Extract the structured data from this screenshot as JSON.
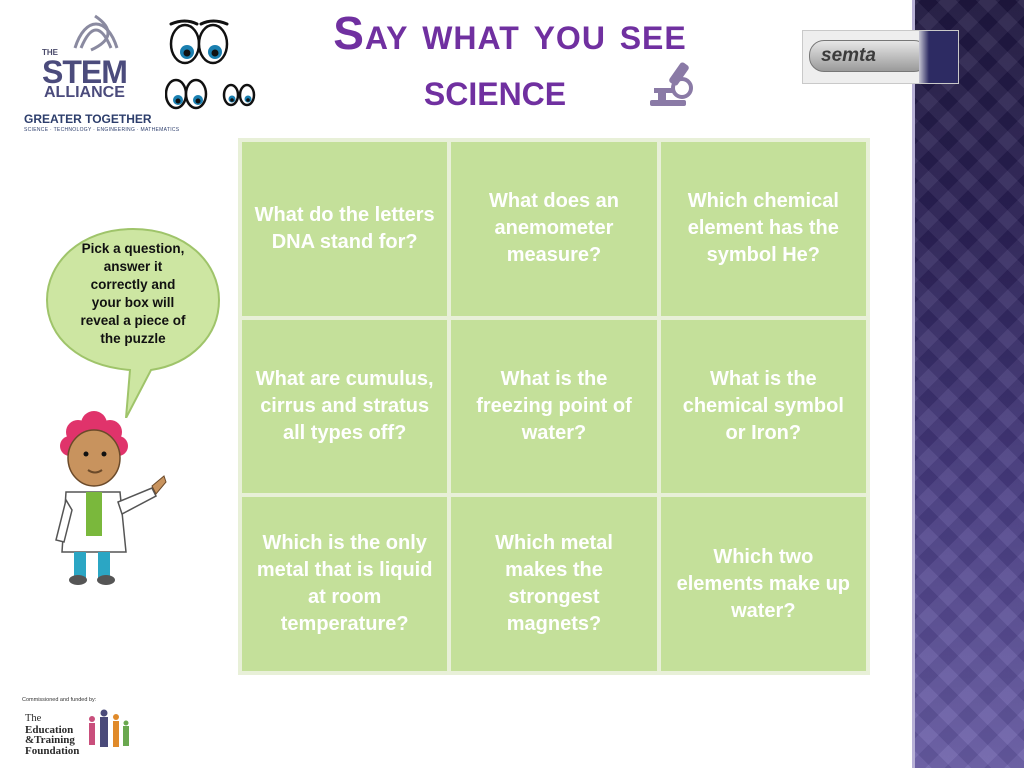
{
  "title": {
    "line1": "Say what you see",
    "line2": "science"
  },
  "stem_logo": {
    "the": "THE",
    "stem": "STEM",
    "alliance": "ALLIANCE",
    "tagline": "GREATER TOGETHER",
    "subjects": "SCIENCE · TECHNOLOGY · ENGINEERING · MATHEMATICS"
  },
  "semta_logo": {
    "text": "semta"
  },
  "speech_bubble": {
    "text": "Pick a question, answer it correctly and your box will reveal a piece of the puzzle"
  },
  "questions": [
    "What do the letters DNA stand for?",
    "What does an anemometer measure?",
    "Which chemical element has the symbol He?",
    "What are cumulus, cirrus and stratus all types off?",
    "What is the freezing point of water?",
    "What is the chemical symbol or Iron?",
    "Which is the only metal that is liquid at room temperature?",
    "Which metal makes the strongest magnets?",
    "Which two elements make up water?"
  ],
  "etf_logo": {
    "commissioned": "Commissioned and funded by:",
    "line1": "The",
    "line2": "Education",
    "line3": "&Training",
    "line4": "Foundation"
  },
  "colors": {
    "title": "#7030a0",
    "cell": "#c4e09a",
    "bubble": "#cde6a2",
    "sidebar": "#2c2258"
  }
}
